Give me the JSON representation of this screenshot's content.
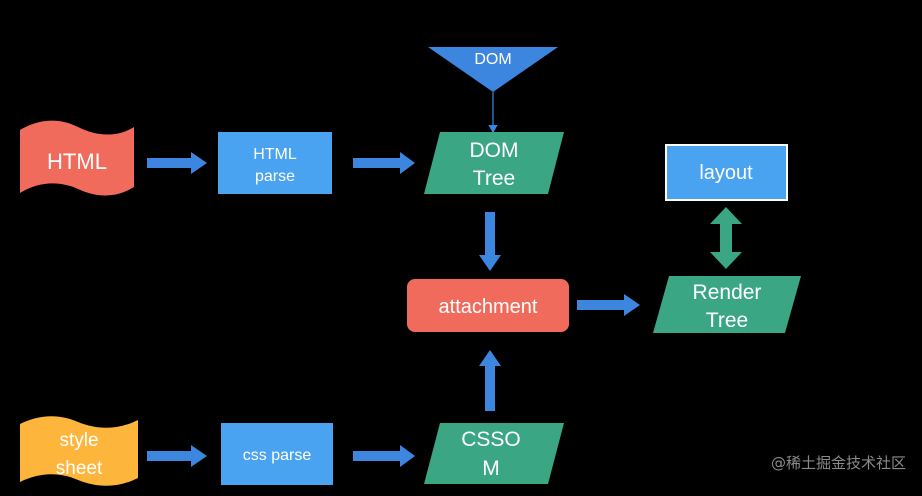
{
  "nodes": {
    "html_doc": "HTML",
    "html_parse": [
      "HTML",
      "parse"
    ],
    "dom_tree": [
      "DOM",
      "Tree"
    ],
    "dom_source": "DOM",
    "layout": "layout",
    "attachment": "attachment",
    "render_tree": [
      "Render",
      "Tree"
    ],
    "style_sheet": [
      "style",
      "sheet"
    ],
    "css_parse": "css parse",
    "cssom": [
      "CSSO",
      "M"
    ]
  },
  "watermark": "@稀土掘金技术社区",
  "colors": {
    "background": "#000000",
    "document_red": "#f16b5d",
    "document_orange": "#fdb53c",
    "process_blue": "#4aa3f0",
    "data_green": "#3aa683",
    "attachment_red": "#f16b5d",
    "arrow_blue": "#3d86e0",
    "arrow_green": "#3aa683",
    "dom_triangle": "#3d86e0"
  }
}
